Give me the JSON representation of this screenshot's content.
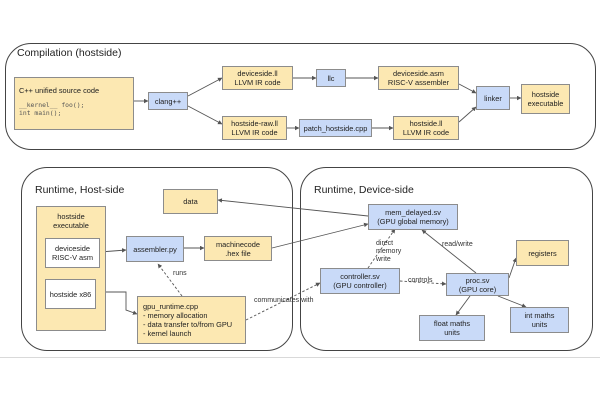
{
  "compilation": {
    "title": "Compilation (hostside)",
    "source": {
      "label": "C++ unified source code",
      "code1": "__kernel__ foo();",
      "code2": "int main();"
    },
    "clang": "clang++",
    "deviceside_ll": {
      "line1": "deviceside.ll",
      "line2": "LLVM IR code"
    },
    "llc": "llc",
    "deviceside_asm": {
      "line1": "deviceside.asm",
      "line2": "RISC-V assembler"
    },
    "hostside_raw_ll": {
      "line1": "hostside-raw.ll",
      "line2": "LLVM IR code"
    },
    "patch": "patch_hostside.cpp",
    "hostside_ll": {
      "line1": "hostside.ll",
      "line2": "LLVM IR code"
    },
    "linker": "linker",
    "hostside_exe": {
      "line1": "hostside",
      "line2": "executable"
    }
  },
  "runtime_host": {
    "title": "Runtime, Host-side",
    "exe": {
      "line1": "hostside",
      "line2": "executable"
    },
    "deviceside_asm": {
      "line1": "deviceside",
      "line2": "RISC-V asm"
    },
    "hostside_x86": "hostside x86",
    "assembler": "assembler.py",
    "machinecode": {
      "line1": "machinecode",
      "line2": ".hex file"
    },
    "data": "data",
    "gpu_runtime": {
      "line1": "gpu_runtime.cpp",
      "line2": "- memory allocation",
      "line3": "- data transfer to/from GPU",
      "line4": "- kernel launch"
    },
    "runs_label": "runs",
    "communicates_label": "communicates with"
  },
  "runtime_device": {
    "title": "Runtime, Device-side",
    "mem": {
      "line1": "mem_delayed.sv",
      "line2": "(GPU global memory)"
    },
    "controller": {
      "line1": "controller.sv",
      "line2": "(GPU controller)"
    },
    "proc": {
      "line1": "proc.sv",
      "line2": "(GPU core)"
    },
    "registers": "registers",
    "float_units": {
      "line1": "float maths",
      "line2": "units"
    },
    "int_units": {
      "line1": "int maths",
      "line2": "units"
    },
    "direct_label": {
      "line1": "direct",
      "line2": "memory",
      "line3": "write"
    },
    "readwrite_label": "read/write",
    "controls_label": "controls"
  },
  "colors": {
    "yellow_box": "#fce8b2",
    "blue_box": "#c9daf8",
    "border": "#8c8c8c",
    "arrow": "#555555"
  }
}
